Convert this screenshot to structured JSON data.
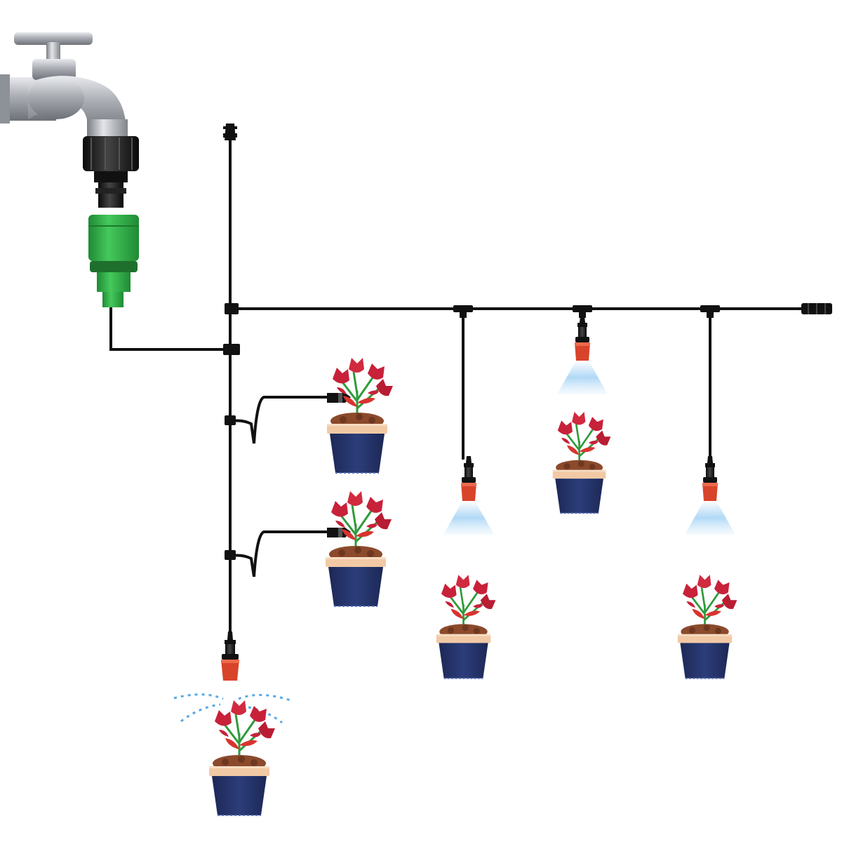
{
  "diagram": {
    "colors": {
      "background": "#ffffff",
      "tube": "#111111",
      "faucet_silver": "#a9acb2",
      "faucet_highlight": "#e6e8eb",
      "adapter_black": "#1c1c1c",
      "connector_green": "#33b54a",
      "connector_dark_green": "#1f8a34",
      "nozzle_red": "#d8442a",
      "mist_blue": "#a8d4f5",
      "pot_navy": "#26356b",
      "pot_rim": "#f1c9a5",
      "soil": "#8b4a2b",
      "stem_green": "#2f9b3a",
      "flower_red": "#c8213a"
    },
    "icons": {
      "faucet": "faucet-icon",
      "adapter": "hose-adapter-icon",
      "connector": "quick-connector-icon",
      "sprayer": "mist-nozzle-icon",
      "dripper": "dripper-icon",
      "pot": "flower-pot-icon",
      "end_plug": "end-plug-icon"
    },
    "potted_plants": 6,
    "mist_nozzles": 4,
    "drip_lines": 2
  }
}
